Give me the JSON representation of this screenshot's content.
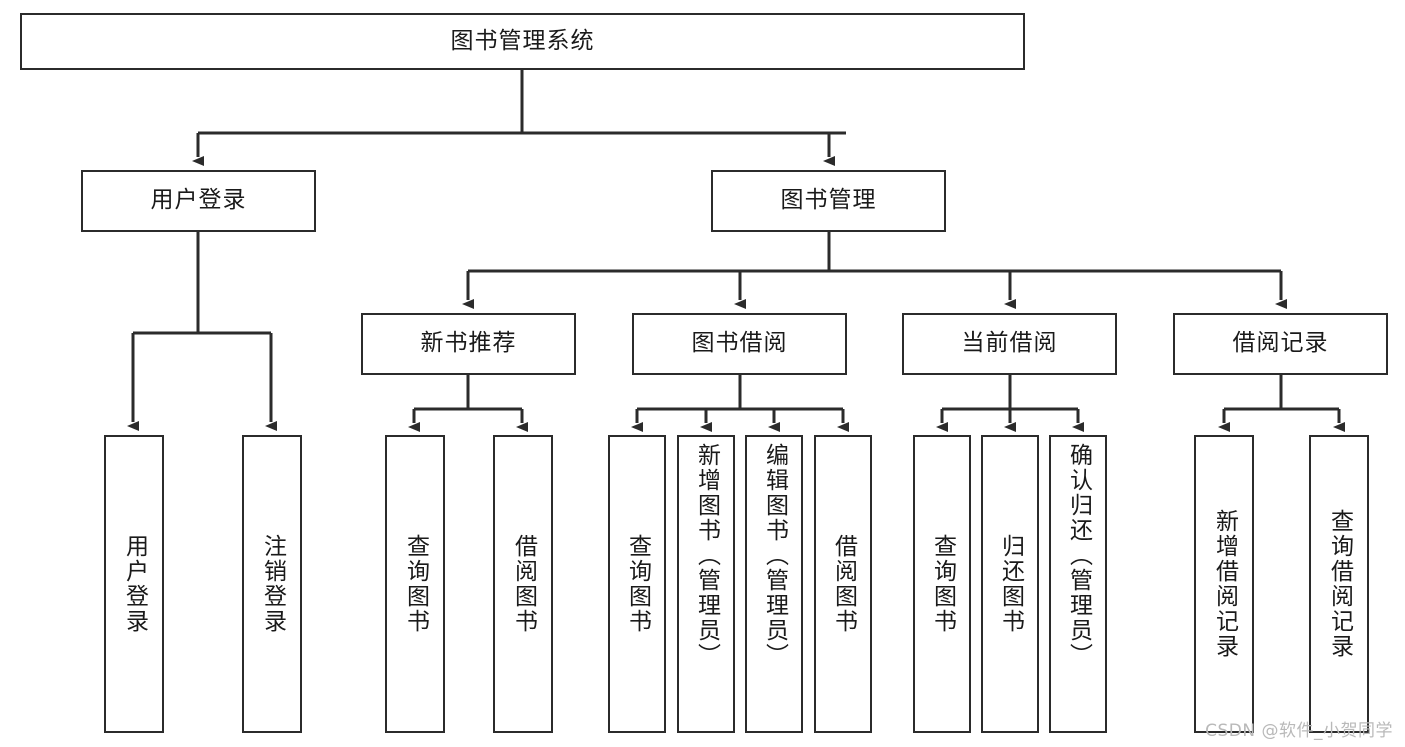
{
  "diagram": {
    "title": "图书管理系统",
    "type": "tree-hierarchy-chart",
    "watermark": "CSDN @软件_小贺同学",
    "colors": {
      "box_border": "#2b2b2b",
      "box_fill": "#ffffff",
      "edge": "#2b2b2b",
      "text": "#1a1a1a",
      "watermark": "#b9b9b9",
      "background": "#ffffff"
    },
    "root": {
      "id": "root",
      "label": "图书管理系统",
      "orientation": "horizontal"
    },
    "level2": [
      {
        "id": "user-login",
        "label": "用户登录",
        "orientation": "horizontal"
      },
      {
        "id": "book-manage",
        "label": "图书管理",
        "orientation": "horizontal"
      }
    ],
    "level3": [
      {
        "id": "new-book-rec",
        "label": "新书推荐",
        "orientation": "horizontal",
        "parent": "book-manage"
      },
      {
        "id": "book-borrow",
        "label": "图书借阅",
        "orientation": "horizontal",
        "parent": "book-manage"
      },
      {
        "id": "current-borrow",
        "label": "当前借阅",
        "orientation": "horizontal",
        "parent": "book-manage"
      },
      {
        "id": "borrow-record",
        "label": "借阅记录",
        "orientation": "horizontal",
        "parent": "book-manage"
      }
    ],
    "leaves": [
      {
        "id": "leaf-user-login",
        "label": "用户登录",
        "parent": "user-login",
        "orientation": "vertical",
        "align": "center"
      },
      {
        "id": "leaf-logout",
        "label": "注销登录",
        "parent": "user-login",
        "orientation": "vertical",
        "align": "center"
      },
      {
        "id": "leaf-query-book-1",
        "label": "查询图书",
        "parent": "new-book-rec",
        "orientation": "vertical",
        "align": "center"
      },
      {
        "id": "leaf-borrow-book-1",
        "label": "借阅图书",
        "parent": "new-book-rec",
        "orientation": "vertical",
        "align": "center"
      },
      {
        "id": "leaf-query-book-2",
        "label": "查询图书",
        "parent": "book-borrow",
        "orientation": "vertical",
        "align": "center"
      },
      {
        "id": "leaf-add-book",
        "label": "新增图书（管理员）",
        "parent": "book-borrow",
        "orientation": "vertical",
        "align": "top"
      },
      {
        "id": "leaf-edit-book",
        "label": "编辑图书（管理员）",
        "parent": "book-borrow",
        "orientation": "vertical",
        "align": "top"
      },
      {
        "id": "leaf-borrow-book-2",
        "label": "借阅图书",
        "parent": "book-borrow",
        "orientation": "vertical",
        "align": "center"
      },
      {
        "id": "leaf-query-book-3",
        "label": "查询图书",
        "parent": "current-borrow",
        "orientation": "vertical",
        "align": "center"
      },
      {
        "id": "leaf-return-book",
        "label": "归还图书",
        "parent": "current-borrow",
        "orientation": "vertical",
        "align": "center"
      },
      {
        "id": "leaf-confirm-return",
        "label": "确认归还（管理员）",
        "parent": "current-borrow",
        "orientation": "vertical",
        "align": "top"
      },
      {
        "id": "leaf-add-record",
        "label": "新增借阅记录",
        "parent": "borrow-record",
        "orientation": "vertical",
        "align": "center"
      },
      {
        "id": "leaf-query-record",
        "label": "查询借阅记录",
        "parent": "borrow-record",
        "orientation": "vertical",
        "align": "center"
      }
    ]
  }
}
